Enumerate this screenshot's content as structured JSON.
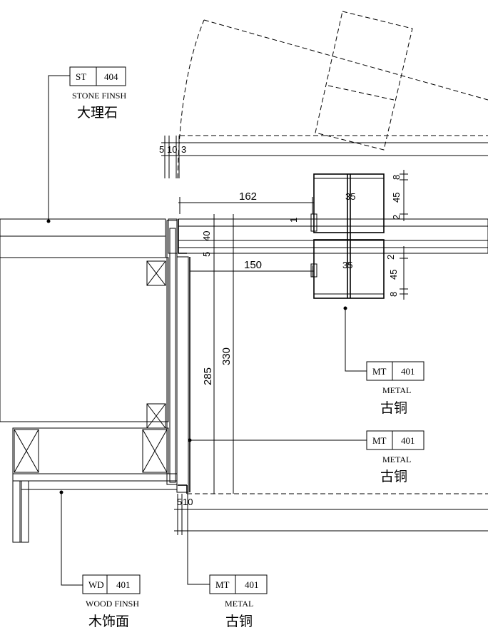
{
  "tags": {
    "stone": {
      "code": "ST",
      "number": "404",
      "name_en": "STONE FINSH",
      "name_cn": "大理石"
    },
    "metal_top": {
      "code": "MT",
      "number": "401",
      "name_en": "METAL",
      "name_cn": "古铜"
    },
    "metal_mid": {
      "code": "MT",
      "number": "401",
      "name_en": "METAL",
      "name_cn": "古铜"
    },
    "wood": {
      "code": "WD",
      "number": "401",
      "name_en": "WOOD FINSH",
      "name_cn": "木饰面"
    },
    "metal_bottom": {
      "code": "MT",
      "number": "401",
      "name_en": "METAL",
      "name_cn": "古铜"
    }
  },
  "dimensions": {
    "top_chain": [
      "5",
      "10",
      "3"
    ],
    "d162": "162",
    "d150": "150",
    "d40": "40",
    "d5": "5",
    "d1": "1",
    "d285": "285",
    "d330": "330",
    "bottom_chain": [
      "5",
      "10"
    ],
    "handle_top_35": "35",
    "handle_bottom_35": "35",
    "right_top": [
      "8",
      "45",
      "2"
    ],
    "right_bottom": [
      "2",
      "45",
      "8"
    ]
  }
}
